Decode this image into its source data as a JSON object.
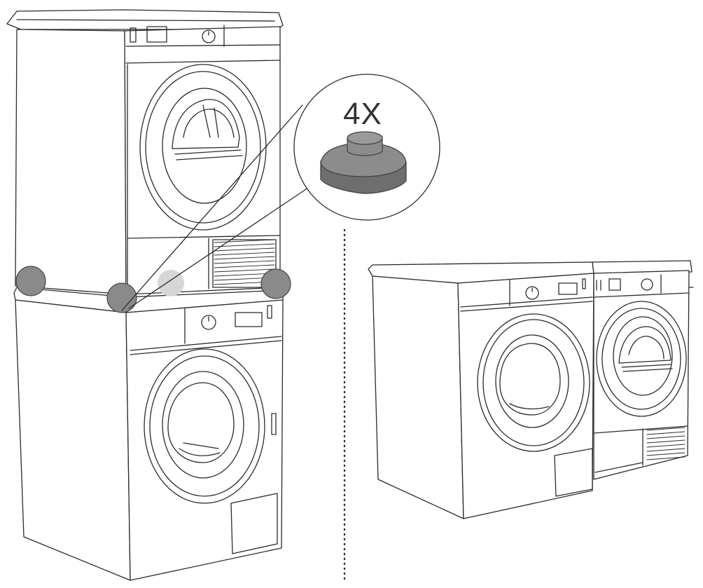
{
  "callout": {
    "quantity_label": "4X",
    "part_icon": "rubber-foot-icon"
  },
  "colors": {
    "line": "#2b2b2b",
    "foot_marker": "#8a8a8a",
    "foot_marker_hidden": "#d6d6d6",
    "rubber_foot": "#8c8c8c",
    "rubber_foot_dark": "#6e6e6e",
    "background": "#ffffff"
  },
  "configurations": {
    "left": "stacked-dryer-on-washer",
    "right": "side-by-side-washer-and-dryer"
  }
}
